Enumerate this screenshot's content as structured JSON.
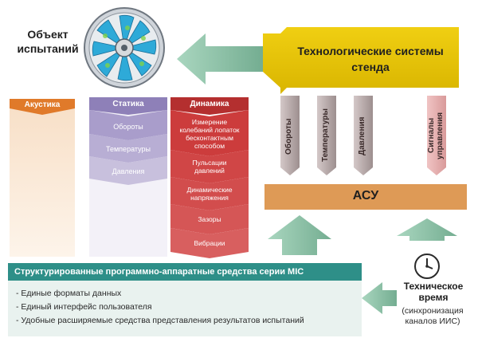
{
  "object": {
    "title": "Объект\nиспытаний"
  },
  "tech_systems": {
    "title": "Технологические системы\nстенда"
  },
  "columns": {
    "acoustics": {
      "header": "Акустика"
    },
    "statics": {
      "header": "Статика",
      "items": [
        "Обороты",
        "Температуры",
        "Давления"
      ]
    },
    "dynamics": {
      "header": "Динамика",
      "items": [
        "Измерение\nколебаний лопаток\nбесконтактным\nспособом",
        "Пульсации\nдавлений",
        "Динамические\nнапряжения",
        "Зазоры",
        "Вибрации"
      ]
    }
  },
  "signals": [
    "Обороты",
    "Температуры",
    "Давления",
    "Сигналы\nуправления"
  ],
  "asu": {
    "label": "АСУ"
  },
  "mic": {
    "title": "Структурированные программно-аппаратные средства серии MIC",
    "bullets": [
      "- Единые форматы данных",
      "- Единый интерфейс пользователя",
      "- Удобные расширяемые средства представления результатов испытаний"
    ]
  },
  "time": {
    "title": "Техническое\nвремя",
    "subtitle": "(синхронизация\nканалов ИИС)"
  },
  "colors": {
    "acoustics": "#e07a2a",
    "statics": "#8e80b8",
    "dynamics": "#c83a3a",
    "yellow": "#e8c300",
    "asu": "#de9a56",
    "mic": "#2e8f88",
    "green": "#7fb59a"
  }
}
